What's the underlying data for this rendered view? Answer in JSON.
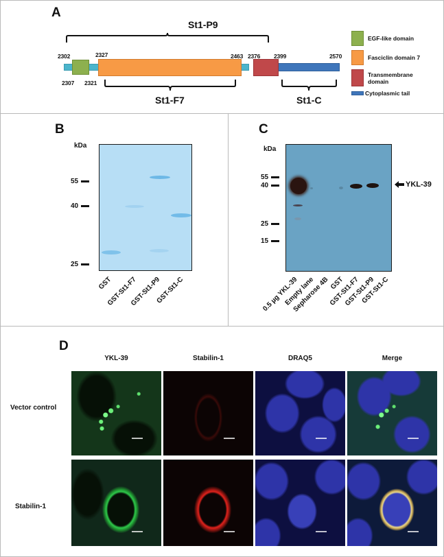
{
  "figure": {
    "panels": {
      "A": {
        "letter": "A",
        "title_bracket": "St1-P9",
        "bottom_brackets": [
          "St1-F7",
          "St1-C"
        ],
        "positions_top": [
          "2302",
          "2327",
          "2463",
          "2376",
          "2399",
          "2570"
        ],
        "positions_bottom": [
          "2307",
          "2321"
        ],
        "legend": [
          {
            "label": "EGF-like domain",
            "color": "#8db04e"
          },
          {
            "label": "Fasciclin domain 7",
            "color": "#f79a45"
          },
          {
            "label": "Transmembrane domain",
            "color": "#c0484a"
          },
          {
            "label": "Cytoplasmic tail",
            "color": "#3f76bb"
          }
        ],
        "linker_color": "#4bb5cc"
      },
      "B": {
        "letter": "B",
        "unit": "kDa",
        "markers": [
          "55",
          "40",
          "25"
        ],
        "lanes": [
          "GST",
          "GST-St1-F7",
          "GST-St1-P9",
          "GST-St1-C"
        ],
        "gel_color": "#b7def5"
      },
      "C": {
        "letter": "C",
        "unit": "kDa",
        "markers": [
          "55",
          "40",
          "25",
          "15"
        ],
        "lanes": [
          "0.5 µg YKL-39",
          "Empty lane",
          "Sepharose 4B",
          "GST",
          "GST-St1-F7",
          "GST-St1-P9",
          "GST-St1-C"
        ],
        "arrow_label": "YKL-39",
        "blot_color": "#6aa3c4"
      },
      "D": {
        "letter": "D",
        "columns": [
          "YKL-39",
          "Stabilin-1",
          "DRAQ5",
          "Merge"
        ],
        "rows": [
          "Vector control",
          "Stabilin-1"
        ]
      }
    }
  }
}
